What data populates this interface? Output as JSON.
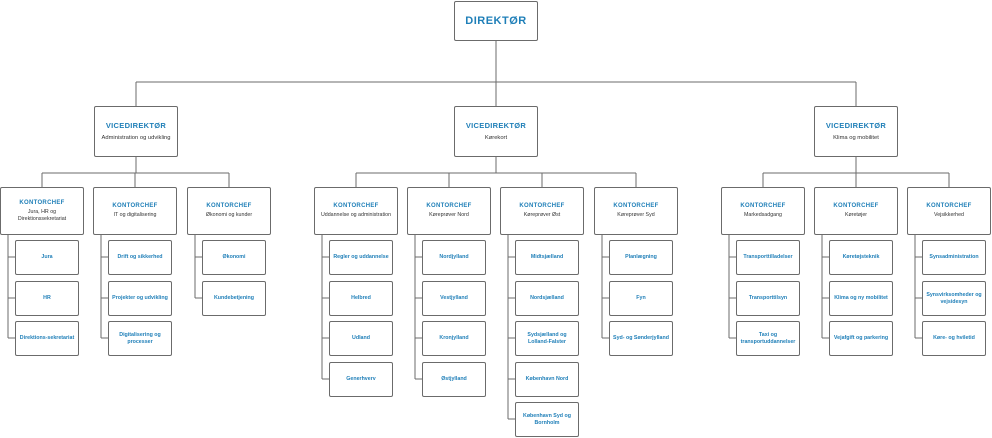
{
  "director": {
    "title": "DIREKTØR"
  },
  "vice_directors": [
    {
      "title": "VICEDIREKTØR",
      "subtitle": "Administration og udvikling"
    },
    {
      "title": "VICEDIREKTØR",
      "subtitle": "Kørekort"
    },
    {
      "title": "VICEDIREKTØR",
      "subtitle": "Klima og mobilitet"
    }
  ],
  "kontorchefs": [
    {
      "title": "KONTORCHEF",
      "subtitle": "Jura, HR og Direktionssekretariat",
      "units": [
        "Jura",
        "HR",
        "Direktions-sekretariat"
      ]
    },
    {
      "title": "KONTORCHEF",
      "subtitle": "IT og digitalisering",
      "units": [
        "Drift og sikkerhed",
        "Projekter og udvikling",
        "Digitalisering og processer"
      ]
    },
    {
      "title": "KONTORCHEF",
      "subtitle": "Økonomi og kunder",
      "units": [
        "Økonomi",
        "Kundebetjening"
      ]
    },
    {
      "title": "KONTORCHEF",
      "subtitle": "Uddannelse og administration",
      "units": [
        "Regler og uddannelse",
        "Helbred",
        "Udland",
        "Generhverv"
      ]
    },
    {
      "title": "KONTORCHEF",
      "subtitle": "Køreprøver Nord",
      "units": [
        "Nordjylland",
        "Vestjylland",
        "Kronjylland",
        "Østjylland"
      ]
    },
    {
      "title": "KONTORCHEF",
      "subtitle": "Køreprøver Øst",
      "units": [
        "Midtsjælland",
        "Nordsjælland",
        "Sydsjælland og Lolland-Falster",
        "København Nord",
        "København Syd og Bornholm"
      ]
    },
    {
      "title": "KONTORCHEF",
      "subtitle": "Køreprøver Syd",
      "units": [
        "Planlægning",
        "Fyn",
        "Syd- og Sønderjylland"
      ]
    },
    {
      "title": "KONTORCHEF",
      "subtitle": "Markedsadgang",
      "units": [
        "Transporttilladelser",
        "Transporttilsyn",
        "Taxi og transportuddannelser"
      ]
    },
    {
      "title": "KONTORCHEF",
      "subtitle": "Køretøjer",
      "units": [
        "Køretøjsteknik",
        "Klima og ny mobilitet",
        "Vejafgift og parkering"
      ]
    },
    {
      "title": "KONTORCHEF",
      "subtitle": "Vejsikkerhed",
      "units": [
        "Synsadministration",
        "Synsvirksomheder og vejsidesyn",
        "Køre- og hviletid"
      ]
    }
  ],
  "colors": {
    "accent": "#1f7fb8",
    "line": "#6b6b6b"
  }
}
